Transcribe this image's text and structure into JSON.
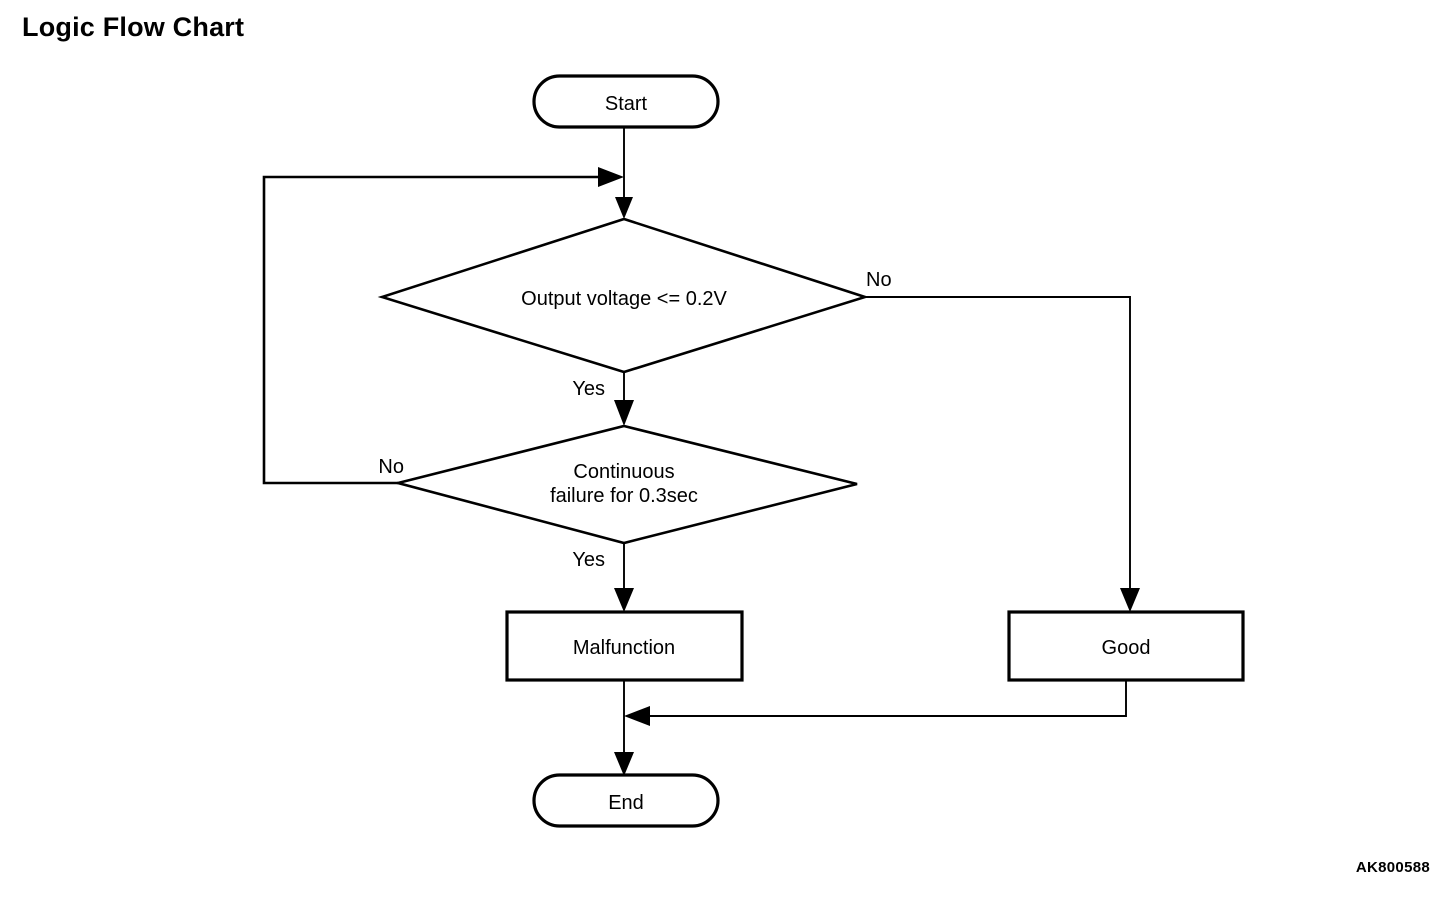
{
  "page": {
    "title": "Logic Flow Chart",
    "figure_code": "AK800588",
    "background_color": "#ffffff",
    "line_color": "#000000",
    "text_color": "#000000"
  },
  "chart_data": {
    "type": "diagram",
    "diagram_kind": "flowchart",
    "title": "Logic Flow Chart",
    "nodes": [
      {
        "id": "start",
        "shape": "stadium",
        "label": "Start"
      },
      {
        "id": "decision1",
        "shape": "diamond",
        "label": "Output voltage <= 0.2V"
      },
      {
        "id": "decision2",
        "shape": "diamond",
        "label_line1": "Continuous",
        "label_line2": "failure for 0.3sec"
      },
      {
        "id": "malfunction",
        "shape": "rectangle",
        "label": "Malfunction"
      },
      {
        "id": "good",
        "shape": "rectangle",
        "label": "Good"
      },
      {
        "id": "end",
        "shape": "stadium",
        "label": "End"
      }
    ],
    "edges": [
      {
        "from": "start",
        "to": "decision1",
        "label": ""
      },
      {
        "from": "decision1",
        "to": "decision2",
        "label": "Yes"
      },
      {
        "from": "decision1",
        "to": "good",
        "label": "No"
      },
      {
        "from": "decision2",
        "to": "malfunction",
        "label": "Yes"
      },
      {
        "from": "decision2",
        "to": "decision1",
        "label": "No"
      },
      {
        "from": "malfunction",
        "to": "end",
        "label": ""
      },
      {
        "from": "good",
        "to": "end",
        "label": ""
      }
    ]
  },
  "labels": {
    "start": "Start",
    "decision1": "Output voltage <= 0.2V",
    "decision2_line1": "Continuous",
    "decision2_line2": "failure for 0.3sec",
    "malfunction": "Malfunction",
    "good": "Good",
    "end": "End",
    "d1_no": "No",
    "d1_yes": "Yes",
    "d2_no": "No",
    "d2_yes": "Yes"
  }
}
